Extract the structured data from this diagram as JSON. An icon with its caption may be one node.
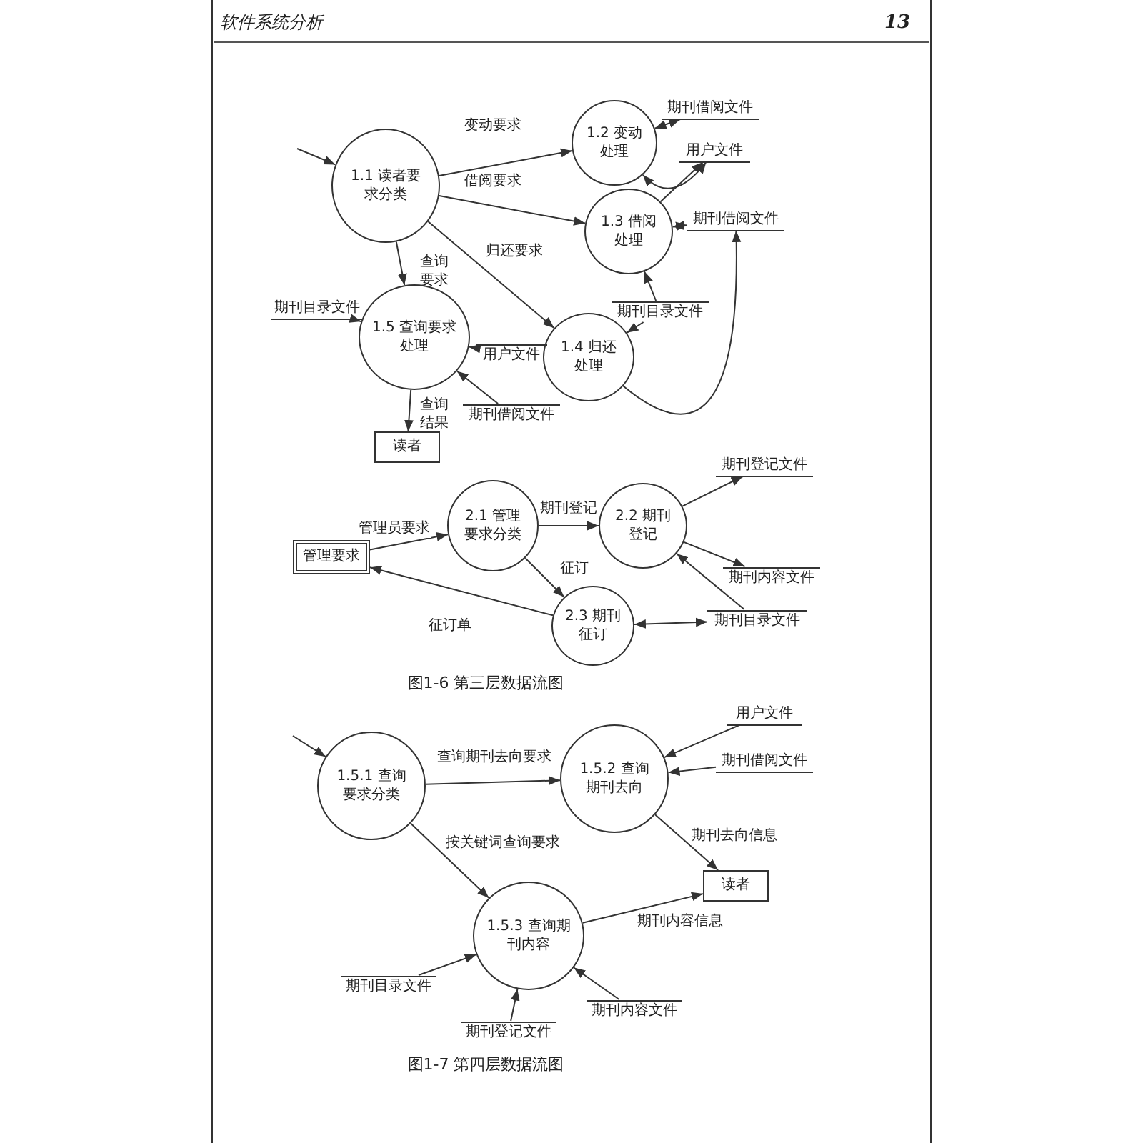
{
  "diagram": {
    "nodes": [
      {
        "text": [
          "1.1 读者要求分类"
        ]
      },
      {
        "text": [
          "1.2 变动处理"
        ]
      },
      {
        "text": [
          "1.3 借阅处理"
        ]
      },
      {
        "text": [
          "1.4 归还处理"
        ]
      },
      {
        "text": [
          "1.5 查询要求处理"
        ]
      },
      {
        "text": [
          "读者"
        ]
      },
      {
        "text": [
          "期刊借阅文件"
        ]
      },
      {
        "text": [
          "用户文件"
        ]
      },
      {
        "text": [
          "期刊借阅文件"
        ]
      },
      {
        "text": [
          "期刊目录文件"
        ]
      },
      {
        "text": [
          "期刊目录文件"
        ]
      },
      {
        "text": [
          "用户文件"
        ]
      },
      {
        "text": [
          "期刊借阅文件"
        ]
      },
      {
        "text": [
          "管理要求"
        ]
      },
      {
        "text": [
          "2.1 管理要求分类"
        ]
      },
      {
        "text": [
          "2.2 期刊登记"
        ]
      },
      {
        "text": [
          "2.3 期刊征订"
        ]
      },
      {
        "text": [
          "期刊登记文件"
        ]
      },
      {
        "text": [
          "期刊内容文件"
        ]
      },
      {
        "text": [
          "期刊目录文件"
        ]
      },
      {
        "text": [
          "1.5.1 查询要求分类"
        ]
      },
      {
        "text": [
          "1.5.2 查询期刊去向"
        ]
      },
      {
        "text": [
          "1.5.3 查询期刊内容"
        ]
      },
      {
        "text": [
          "读者"
        ]
      },
      {
        "text": [
          "用户文件"
        ]
      },
      {
        "text": [
          "期刊借阅文件"
        ]
      },
      {
        "text": [
          "期刊目录文件"
        ]
      },
      {
        "text": [
          "期刊登记文件"
        ]
      },
      {
        "text": [
          "期刊内容文件"
        ]
      }
    ],
    "edges": [
      {
        "from": null,
        "to": 0,
        "arrow": "to"
      },
      {
        "from": 0,
        "to": 1,
        "arrow": "to",
        "label": "变动要求"
      },
      {
        "from": 0,
        "to": 2,
        "arrow": "to",
        "label": "借阅要求"
      },
      {
        "from": 0,
        "to": 3,
        "arrow": "to",
        "label": "归还要求"
      },
      {
        "from": 0,
        "to": 4,
        "arrow": "to",
        "label": "查询要求"
      },
      {
        "from": 4,
        "to": 5,
        "arrow": "to",
        "label": "查询结果"
      },
      {
        "from": 1,
        "to": 6,
        "arrow": "both"
      },
      {
        "from": 1,
        "to": 7,
        "arrow": "both"
      },
      {
        "from": 2,
        "to": 7,
        "arrow": "to"
      },
      {
        "from": 2,
        "to": 8,
        "arrow": "both"
      },
      {
        "from": 9,
        "to": 2,
        "arrow": "to"
      },
      {
        "from": 9,
        "to": 3,
        "arrow": "to"
      },
      {
        "from": 3,
        "to": 8,
        "arrow": "to"
      },
      {
        "from": 10,
        "to": 4,
        "arrow": "to"
      },
      {
        "from": 11,
        "to": 4,
        "arrow": "to"
      },
      {
        "from": 12,
        "to": 4,
        "arrow": "to"
      },
      {
        "from": 13,
        "to": 14,
        "arrow": "to",
        "label": "管理员要求"
      },
      {
        "from": 14,
        "to": 15,
        "arrow": "to",
        "label": "期刊登记"
      },
      {
        "from": 14,
        "to": 16,
        "arrow": "to",
        "label": "征订"
      },
      {
        "from": 16,
        "to": 13,
        "arrow": "to",
        "label": "征订单"
      },
      {
        "from": 15,
        "to": 17,
        "arrow": "to"
      },
      {
        "from": 15,
        "to": 18,
        "arrow": "to"
      },
      {
        "from": 19,
        "to": 15,
        "arrow": "to"
      },
      {
        "from": 16,
        "to": 19,
        "arrow": "both"
      },
      {
        "from": null,
        "to": 20,
        "arrow": "to"
      },
      {
        "from": 20,
        "to": 21,
        "arrow": "to",
        "label": "查询期刊去向要求"
      },
      {
        "from": 20,
        "to": 22,
        "arrow": "to",
        "label": "按关键词查询要求"
      },
      {
        "from": 21,
        "to": 23,
        "arrow": "to",
        "label": "期刊去向信息"
      },
      {
        "from": 22,
        "to": 23,
        "arrow": "to",
        "label": "期刊内容信息"
      },
      {
        "from": 24,
        "to": 21,
        "arrow": "to"
      },
      {
        "from": 25,
        "to": 21,
        "arrow": "to"
      },
      {
        "from": 26,
        "to": 22,
        "arrow": "to"
      },
      {
        "from": 27,
        "to": 22,
        "arrow": "to"
      },
      {
        "from": 28,
        "to": 22,
        "arrow": "to"
      }
    ],
    "labels": [
      "软件系统分析",
      "13",
      "图1-6 第三层数据流图",
      "图1-7 第四层数据流图"
    ]
  }
}
